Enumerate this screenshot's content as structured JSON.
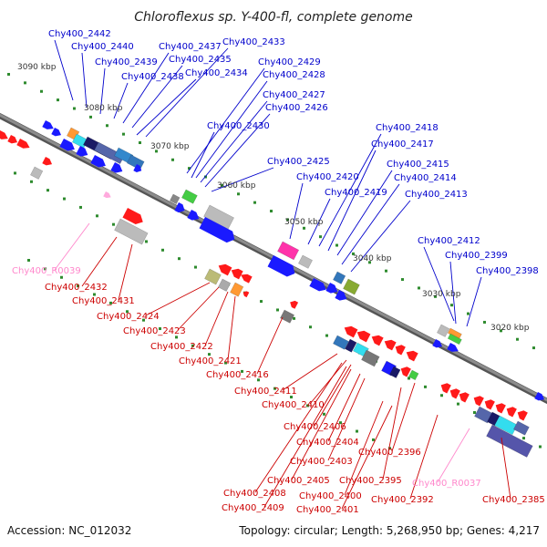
{
  "title": "Chloroflexus sp. Y-400-fl, complete genome",
  "footer": {
    "accession": "Accession: NC_012032",
    "summary": "Topology: circular; Length: 5,268,950 bp; Genes: 4,217"
  },
  "colors": {
    "backbone": "#8c8c8c",
    "forward_gene_label": "#0000cc",
    "reverse_gene_label": "#cc0000",
    "rna_gene_label": "#ff88cc",
    "forward_cds": "#1a1aff",
    "reverse_cds": "#ff1a1a",
    "tick": "#2e8b2e"
  },
  "scale_labels": [
    {
      "id": "k3090",
      "text": "3090 kbp"
    },
    {
      "id": "k3080",
      "text": "3080 kbp"
    },
    {
      "id": "k3070",
      "text": "3070 kbp"
    },
    {
      "id": "k3060",
      "text": "3060 kbp"
    },
    {
      "id": "k3050",
      "text": "3050 kbp"
    },
    {
      "id": "k3040",
      "text": "3040 kbp"
    },
    {
      "id": "k3030",
      "text": "3030 kbp"
    },
    {
      "id": "k3020",
      "text": "3020 kbp"
    }
  ],
  "forward_labels": [
    {
      "id": "Chy400_2442",
      "text": "Chy400_2442"
    },
    {
      "id": "Chy400_2440",
      "text": "Chy400_2440"
    },
    {
      "id": "Chy400_2439",
      "text": "Chy400_2439"
    },
    {
      "id": "Chy400_2438",
      "text": "Chy400_2438"
    },
    {
      "id": "Chy400_2437",
      "text": "Chy400_2437"
    },
    {
      "id": "Chy400_2435",
      "text": "Chy400_2435"
    },
    {
      "id": "Chy400_2434",
      "text": "Chy400_2434"
    },
    {
      "id": "Chy400_2433",
      "text": "Chy400_2433"
    },
    {
      "id": "Chy400_2429",
      "text": "Chy400_2429"
    },
    {
      "id": "Chy400_2428",
      "text": "Chy400_2428"
    },
    {
      "id": "Chy400_2427",
      "text": "Chy400_2427"
    },
    {
      "id": "Chy400_2426",
      "text": "Chy400_2426"
    },
    {
      "id": "Chy400_2430",
      "text": "Chy400_2430"
    },
    {
      "id": "Chy400_2425",
      "text": "Chy400_2425"
    },
    {
      "id": "Chy400_2420",
      "text": "Chy400_2420"
    },
    {
      "id": "Chy400_2419",
      "text": "Chy400_2419"
    },
    {
      "id": "Chy400_2418",
      "text": "Chy400_2418"
    },
    {
      "id": "Chy400_2417",
      "text": "Chy400_2417"
    },
    {
      "id": "Chy400_2415",
      "text": "Chy400_2415"
    },
    {
      "id": "Chy400_2414",
      "text": "Chy400_2414"
    },
    {
      "id": "Chy400_2413",
      "text": "Chy400_2413"
    },
    {
      "id": "Chy400_2412",
      "text": "Chy400_2412"
    },
    {
      "id": "Chy400_2399",
      "text": "Chy400_2399"
    },
    {
      "id": "Chy400_2398",
      "text": "Chy400_2398"
    }
  ],
  "reverse_labels": [
    {
      "id": "Chy400_R0039",
      "text": "Chy400_R0039",
      "kind": "rna"
    },
    {
      "id": "Chy400_2432",
      "text": "Chy400_2432",
      "kind": "cds"
    },
    {
      "id": "Chy400_2431",
      "text": "Chy400_2431",
      "kind": "cds"
    },
    {
      "id": "Chy400_2424",
      "text": "Chy400_2424",
      "kind": "cds"
    },
    {
      "id": "Chy400_2423",
      "text": "Chy400_2423",
      "kind": "cds"
    },
    {
      "id": "Chy400_2422",
      "text": "Chy400_2422",
      "kind": "cds"
    },
    {
      "id": "Chy400_2421",
      "text": "Chy400_2421",
      "kind": "cds"
    },
    {
      "id": "Chy400_2416",
      "text": "Chy400_2416",
      "kind": "cds"
    },
    {
      "id": "Chy400_2411",
      "text": "Chy400_2411",
      "kind": "cds"
    },
    {
      "id": "Chy400_2410",
      "text": "Chy400_2410",
      "kind": "cds"
    },
    {
      "id": "Chy400_2406",
      "text": "Chy400_2406",
      "kind": "cds"
    },
    {
      "id": "Chy400_2404",
      "text": "Chy400_2404",
      "kind": "cds"
    },
    {
      "id": "Chy400_2403",
      "text": "Chy400_2403",
      "kind": "cds"
    },
    {
      "id": "Chy400_2405",
      "text": "Chy400_2405",
      "kind": "cds"
    },
    {
      "id": "Chy400_2408",
      "text": "Chy400_2408",
      "kind": "cds"
    },
    {
      "id": "Chy400_2409",
      "text": "Chy400_2409",
      "kind": "cds"
    },
    {
      "id": "Chy400_2400",
      "text": "Chy400_2400",
      "kind": "cds"
    },
    {
      "id": "Chy400_2401",
      "text": "Chy400_2401",
      "kind": "cds"
    },
    {
      "id": "Chy400_2396",
      "text": "Chy400_2396",
      "kind": "cds"
    },
    {
      "id": "Chy400_2395",
      "text": "Chy400_2395",
      "kind": "cds"
    },
    {
      "id": "Chy400_2392",
      "text": "Chy400_2392",
      "kind": "cds"
    },
    {
      "id": "Chy400_R0037",
      "text": "Chy400_R0037",
      "kind": "rna"
    },
    {
      "id": "Chy400_2385",
      "text": "Chy400_2385",
      "kind": "cds"
    }
  ]
}
